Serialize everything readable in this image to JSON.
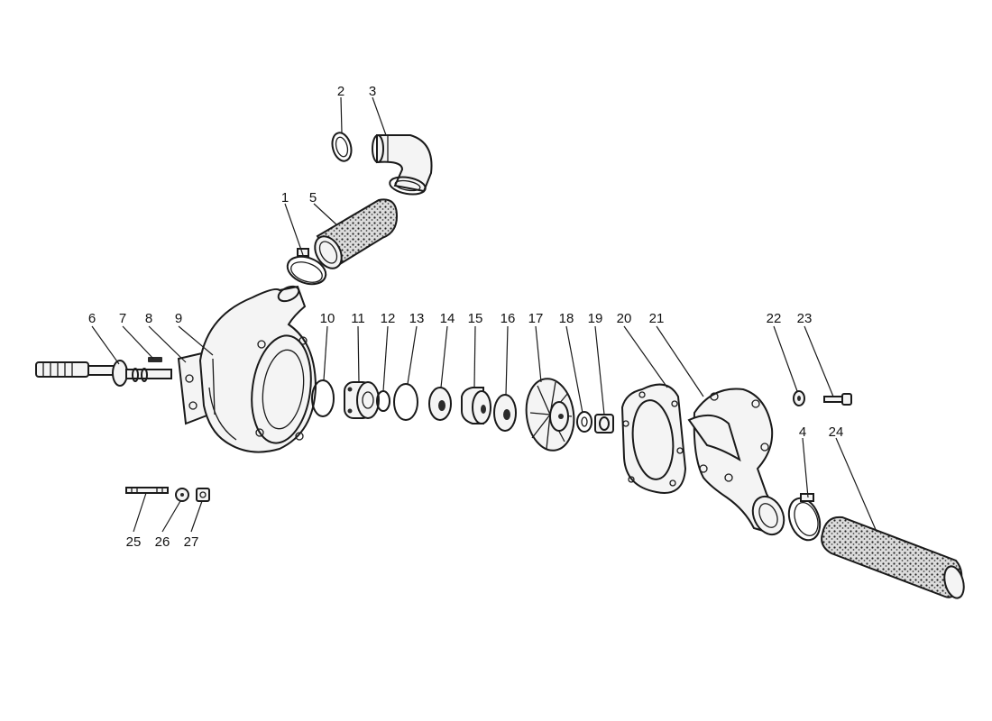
{
  "diagram": {
    "callouts": [
      "1",
      "2",
      "3",
      "4",
      "5",
      "6",
      "7",
      "8",
      "9",
      "10",
      "11",
      "12",
      "13",
      "14",
      "15",
      "16",
      "17",
      "18",
      "19",
      "20",
      "21",
      "22",
      "23",
      "24",
      "25",
      "26",
      "27"
    ]
  }
}
